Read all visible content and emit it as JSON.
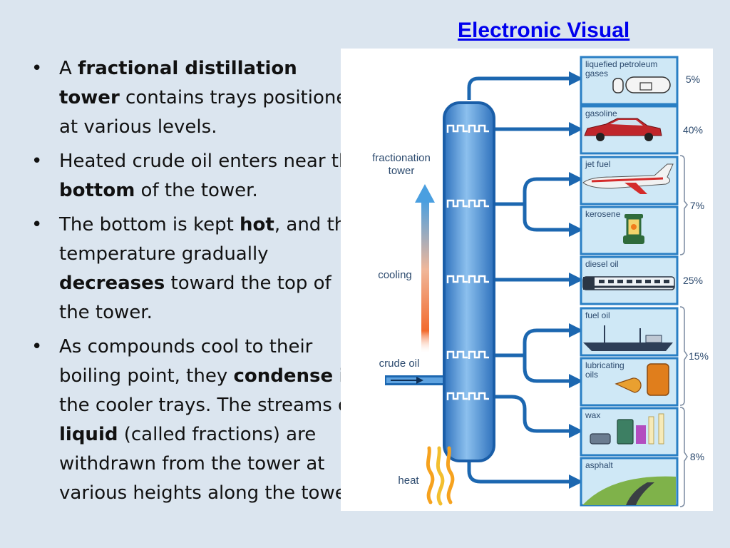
{
  "header": {
    "link_text": "Electronic Visual"
  },
  "bullets": [
    {
      "parts": [
        {
          "t": "A "
        },
        {
          "t": "fractional distillation tower",
          "b": true
        },
        {
          "t": " contains trays positioned at various levels."
        }
      ]
    },
    {
      "parts": [
        {
          "t": "Heated crude oil enters near the "
        },
        {
          "t": "bottom",
          "b": true
        },
        {
          "t": " of the tower."
        }
      ]
    },
    {
      "parts": [
        {
          "t": "The bottom is kept "
        },
        {
          "t": "hot",
          "b": true
        },
        {
          "t": ", and the temperature gradually "
        },
        {
          "t": "decreases",
          "b": true
        },
        {
          "t": " toward the top of the tower."
        }
      ]
    },
    {
      "parts": [
        {
          "t": "As compounds cool to their boiling point, they "
        },
        {
          "t": "condense",
          "b": true
        },
        {
          "t": " in the cooler trays.  The streams of "
        },
        {
          "t": "liquid",
          "b": true
        },
        {
          "t": " (called fractions) are withdrawn from the tower at various heights along the tower."
        }
      ]
    }
  ],
  "diagram": {
    "tower_label_line1": "fractionation",
    "tower_label_line2": "tower",
    "cooling_label": "cooling",
    "crude_label": "crude oil",
    "heat_label": "heat",
    "products": [
      {
        "label_lines": [
          "liquefied petroleum",
          "gases"
        ],
        "icon": "gas-tanks-icon"
      },
      {
        "label_lines": [
          "gasoline"
        ],
        "icon": "car-icon"
      },
      {
        "label_lines": [
          "jet fuel"
        ],
        "icon": "airplane-icon"
      },
      {
        "label_lines": [
          "kerosene"
        ],
        "icon": "lantern-icon"
      },
      {
        "label_lines": [
          "diesel oil"
        ],
        "icon": "train-icon"
      },
      {
        "label_lines": [
          "fuel oil"
        ],
        "icon": "ship-icon"
      },
      {
        "label_lines": [
          "lubricating",
          "oils"
        ],
        "icon": "oil-can-icon"
      },
      {
        "label_lines": [
          "wax"
        ],
        "icon": "wax-cans-icon"
      },
      {
        "label_lines": [
          "asphalt"
        ],
        "icon": "road-icon"
      }
    ],
    "percents": [
      "5%",
      "40%",
      "7%",
      "25%",
      "15%",
      "8%"
    ],
    "colors": {
      "pipe": "#1c67b0",
      "box_fill": "#cfe8f6",
      "box_border": "#2a7fc4",
      "tower_fill": "#4f93d6"
    }
  }
}
